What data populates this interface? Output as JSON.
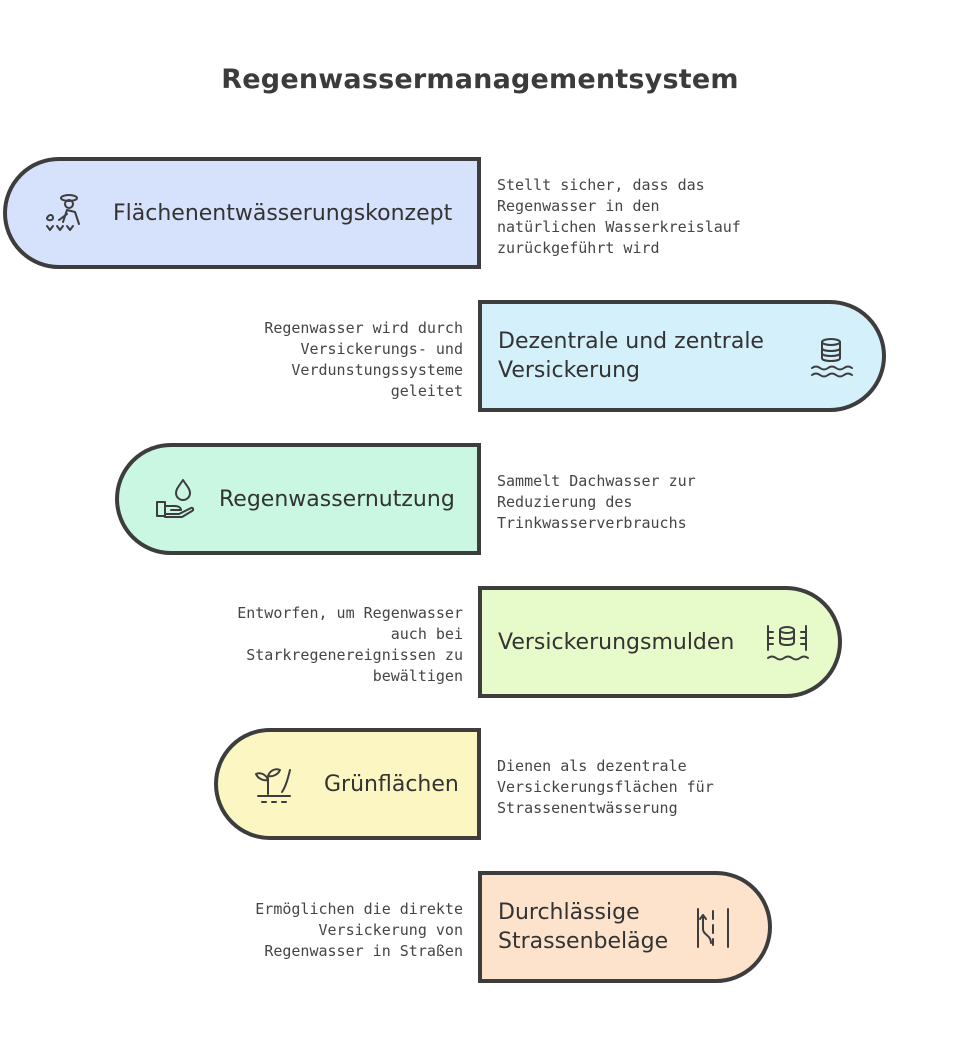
{
  "title": "Regenwassermanagementsystem",
  "colors": {
    "stroke": "#3d3d3d",
    "blue": "#d6e2fb",
    "cyan": "#d4f0fb",
    "mint": "#c9f7e2",
    "lime": "#e6fbc9",
    "yellow": "#fbf6c2",
    "peach": "#fde3cb"
  },
  "items": [
    {
      "label_lines": [
        "Flächenentwässerungskonzept"
      ],
      "icon": "farmer-planting-icon",
      "desc_lines": [
        "Stellt sicher, dass das",
        "Regenwasser in den",
        "natürlichen Wasserkreislauf",
        "zurückgeführt wird"
      ]
    },
    {
      "label_lines": [
        "Dezentrale und zentrale",
        "Versickerung"
      ],
      "icon": "storage-water-icon",
      "desc_lines": [
        "Regenwasser wird durch",
        "Versickerungs- und",
        "Verdunstungssysteme",
        "geleitet"
      ]
    },
    {
      "label_lines": [
        "Regenwassernutzung"
      ],
      "icon": "hand-drop-icon",
      "desc_lines": [
        "Sammelt Dachwasser zur",
        "Reduzierung des",
        "Trinkwasserverbrauchs"
      ]
    },
    {
      "label_lines": [
        "Versickerungsmulden"
      ],
      "icon": "swale-storage-icon",
      "desc_lines": [
        "Entworfen, um Regenwasser",
        "auch bei",
        "Starkregenereignissen zu",
        "bewältigen"
      ]
    },
    {
      "label_lines": [
        "Grünflächen"
      ],
      "icon": "sprout-icon",
      "desc_lines": [
        "Dienen als dezentrale",
        "Versickerungsflächen für",
        "Strassenentwässerung"
      ]
    },
    {
      "label_lines": [
        "Durchlässige",
        "Strassenbeläge"
      ],
      "icon": "road-lanes-icon",
      "desc_lines": [
        "Ermöglichen die direkte",
        "Versickerung von",
        "Regenwasser in Straßen"
      ]
    }
  ]
}
